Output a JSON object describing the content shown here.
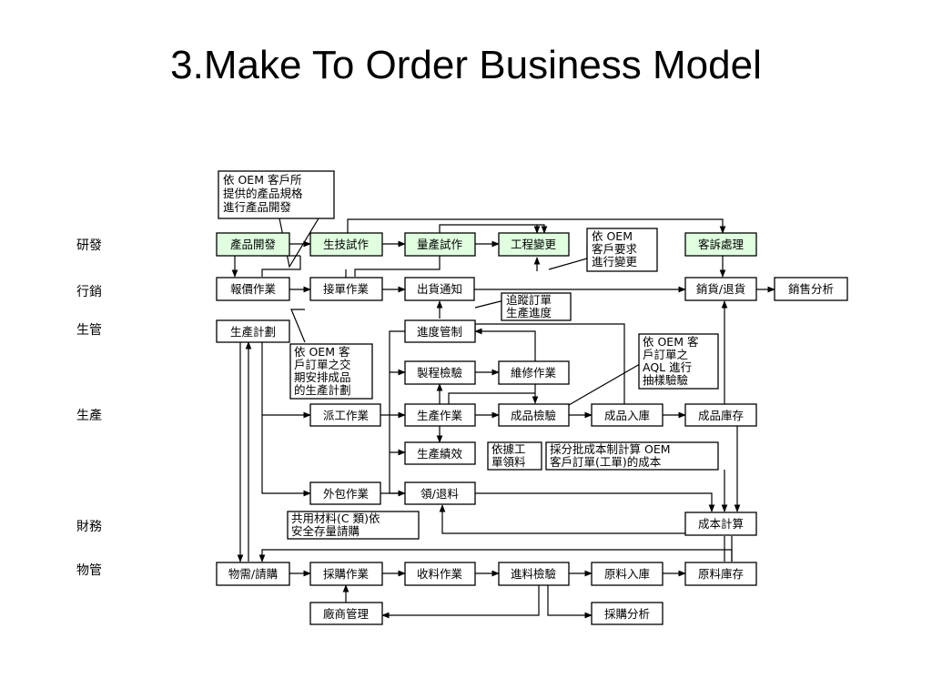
{
  "title": "3.Make To Order Business Model",
  "departments": {
    "rd": "研發",
    "sales": "行銷",
    "prod_mgmt": "生管",
    "production": "生產",
    "finance": "財務",
    "materials": "物管"
  },
  "boxes": {
    "product_dev": "產品開發",
    "tech_trial": "生技試作",
    "mass_trial": "量產試作",
    "eng_change": "工程變更",
    "complaint": "客訴處理",
    "quotation": "報價作業",
    "order_taking": "接單作業",
    "ship_notice": "出貨通知",
    "sales_return": "銷貨/退貨",
    "sales_analysis": "銷售分析",
    "prod_plan": "生產計劃",
    "progress_ctrl": "進度管制",
    "process_insp": "製程檢驗",
    "repair": "維修作業",
    "dispatch": "派工作業",
    "production_op": "生產作業",
    "product_insp": "成品檢驗",
    "fg_in": "成品入庫",
    "fg_stock": "成品庫存",
    "prod_perf": "生產績效",
    "outsourcing": "外包作業",
    "issue_return": "領/退料",
    "cost_calc": "成本計算",
    "mrp": "物需/請購",
    "purchasing": "採購作業",
    "receiving": "收料作業",
    "incoming_insp": "進料檢驗",
    "rm_in": "原料入庫",
    "rm_stock": "原料庫存",
    "vendor_mgmt": "廠商管理",
    "purchase_analysis": "採購分析"
  },
  "notes": {
    "oem_spec": [
      "依 OEM 客戶所",
      "提供的產品規格",
      "進行產品開發"
    ],
    "oem_change": [
      "依 OEM",
      "客戶要求",
      "進行變更"
    ],
    "track_order": [
      "追蹤訂單",
      "生產進度"
    ],
    "schedule": [
      "依 OEM 客",
      "戶訂單之交",
      "期安排成品",
      "的生產計劃"
    ],
    "aql": [
      "依 OEM 客",
      "戶訂單之",
      "AQL 進行",
      "抽樣驗驗"
    ],
    "per_work": [
      "依據工",
      "單領料"
    ],
    "batch_cost": [
      "採分批成本制計算 OEM",
      "客戶訂單(工單)的成本"
    ],
    "shared_material": [
      "共用材料(C 類)依",
      "安全存量請購"
    ]
  },
  "colors": {
    "rd_fill": "#dfffdf",
    "box_fill": "#ffffff",
    "line": "#000000"
  }
}
